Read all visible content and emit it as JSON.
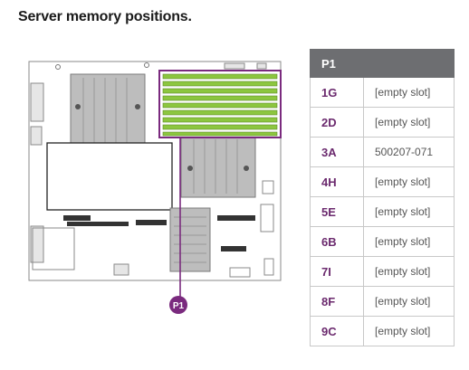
{
  "title": "Server memory positions.",
  "processor_marker": "P1",
  "table": {
    "header": "P1",
    "rows": [
      {
        "slot": "1G",
        "part": "[empty slot]"
      },
      {
        "slot": "2D",
        "part": "[empty slot]"
      },
      {
        "slot": "3A",
        "part": "500207-071"
      },
      {
        "slot": "4H",
        "part": "[empty slot]"
      },
      {
        "slot": "5E",
        "part": "[empty slot]"
      },
      {
        "slot": "6B",
        "part": "[empty slot]"
      },
      {
        "slot": "7I",
        "part": "[empty slot]"
      },
      {
        "slot": "8F",
        "part": "[empty slot]"
      },
      {
        "slot": "9C",
        "part": "[empty slot]"
      }
    ]
  },
  "colors": {
    "dimm_green": "#8cc63f",
    "highlight_purple": "#7a2a7e",
    "header_gray": "#6d6e71"
  }
}
